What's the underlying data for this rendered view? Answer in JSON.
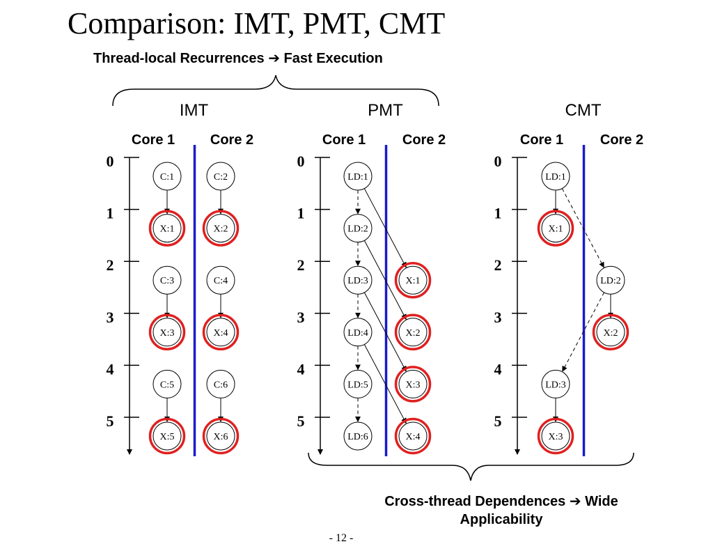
{
  "title": "Comparison: IMT, PMT, CMT",
  "subtitle": "Thread-local Recurrences ➔ Fast Execution",
  "caption_line1": "Cross-thread Dependences ➔ Wide",
  "caption_line2": "Applicability",
  "page_number": "- 12 -",
  "colors": {
    "highlight_ring": "#e02020",
    "core_divider": "#1a1acc",
    "edge": "#000000"
  },
  "ticks": [
    "0",
    "1",
    "2",
    "3",
    "4",
    "5"
  ],
  "core_labels": [
    "Core 1",
    "Core 2"
  ],
  "panels": [
    {
      "name": "IMT",
      "nodes": [
        {
          "id": "C:1",
          "core": 0,
          "row": 0,
          "ring": false
        },
        {
          "id": "X:1",
          "core": 0,
          "row": 1,
          "ring": true
        },
        {
          "id": "C:3",
          "core": 0,
          "row": 2,
          "ring": false
        },
        {
          "id": "X:3",
          "core": 0,
          "row": 3,
          "ring": true
        },
        {
          "id": "C:5",
          "core": 0,
          "row": 4,
          "ring": false
        },
        {
          "id": "X:5",
          "core": 0,
          "row": 5,
          "ring": true
        },
        {
          "id": "C:2",
          "core": 1,
          "row": 0,
          "ring": false
        },
        {
          "id": "X:2",
          "core": 1,
          "row": 1,
          "ring": true
        },
        {
          "id": "C:4",
          "core": 1,
          "row": 2,
          "ring": false
        },
        {
          "id": "X:4",
          "core": 1,
          "row": 3,
          "ring": true
        },
        {
          "id": "C:6",
          "core": 1,
          "row": 4,
          "ring": false
        },
        {
          "id": "X:6",
          "core": 1,
          "row": 5,
          "ring": true
        }
      ],
      "edges": [
        {
          "from": "C:1",
          "to": "X:1",
          "style": "solid"
        },
        {
          "from": "C:3",
          "to": "X:3",
          "style": "solid"
        },
        {
          "from": "C:5",
          "to": "X:5",
          "style": "solid"
        },
        {
          "from": "C:2",
          "to": "X:2",
          "style": "solid"
        },
        {
          "from": "C:4",
          "to": "X:4",
          "style": "solid"
        },
        {
          "from": "C:6",
          "to": "X:6",
          "style": "solid"
        }
      ]
    },
    {
      "name": "PMT",
      "nodes": [
        {
          "id": "LD:1",
          "core": 0,
          "row": 0,
          "ring": false
        },
        {
          "id": "LD:2",
          "core": 0,
          "row": 1,
          "ring": false
        },
        {
          "id": "LD:3",
          "core": 0,
          "row": 2,
          "ring": false
        },
        {
          "id": "LD:4",
          "core": 0,
          "row": 3,
          "ring": false
        },
        {
          "id": "LD:5",
          "core": 0,
          "row": 4,
          "ring": false
        },
        {
          "id": "LD:6",
          "core": 0,
          "row": 5,
          "ring": false
        },
        {
          "id": "X:1",
          "core": 1,
          "row": 2,
          "ring": true
        },
        {
          "id": "X:2",
          "core": 1,
          "row": 3,
          "ring": true
        },
        {
          "id": "X:3",
          "core": 1,
          "row": 4,
          "ring": true
        },
        {
          "id": "X:4",
          "core": 1,
          "row": 5,
          "ring": true
        }
      ],
      "edges": [
        {
          "from": "LD:1",
          "to": "LD:2",
          "style": "dashed"
        },
        {
          "from": "LD:2",
          "to": "LD:3",
          "style": "dashed"
        },
        {
          "from": "LD:3",
          "to": "LD:4",
          "style": "dashed"
        },
        {
          "from": "LD:4",
          "to": "LD:5",
          "style": "dashed"
        },
        {
          "from": "LD:5",
          "to": "LD:6",
          "style": "dashed"
        },
        {
          "from": "LD:1",
          "to": "X:1",
          "style": "solid"
        },
        {
          "from": "LD:2",
          "to": "X:2",
          "style": "solid"
        },
        {
          "from": "LD:3",
          "to": "X:3",
          "style": "solid"
        },
        {
          "from": "LD:4",
          "to": "X:4",
          "style": "solid"
        }
      ]
    },
    {
      "name": "CMT",
      "nodes": [
        {
          "id": "LD:1",
          "core": 0,
          "row": 0,
          "ring": false
        },
        {
          "id": "X:1",
          "core": 0,
          "row": 1,
          "ring": true
        },
        {
          "id": "LD:3",
          "core": 0,
          "row": 4,
          "ring": false
        },
        {
          "id": "X:3",
          "core": 0,
          "row": 5,
          "ring": true
        },
        {
          "id": "LD:2",
          "core": 1,
          "row": 2,
          "ring": false
        },
        {
          "id": "X:2",
          "core": 1,
          "row": 3,
          "ring": true
        }
      ],
      "edges": [
        {
          "from": "LD:1",
          "to": "X:1",
          "style": "solid"
        },
        {
          "from": "LD:2",
          "to": "X:2",
          "style": "solid"
        },
        {
          "from": "LD:3",
          "to": "X:3",
          "style": "solid"
        },
        {
          "from": "LD:1",
          "to": "LD:2",
          "style": "dashed"
        },
        {
          "from": "LD:2",
          "to": "LD:3",
          "style": "dashed"
        }
      ]
    }
  ]
}
